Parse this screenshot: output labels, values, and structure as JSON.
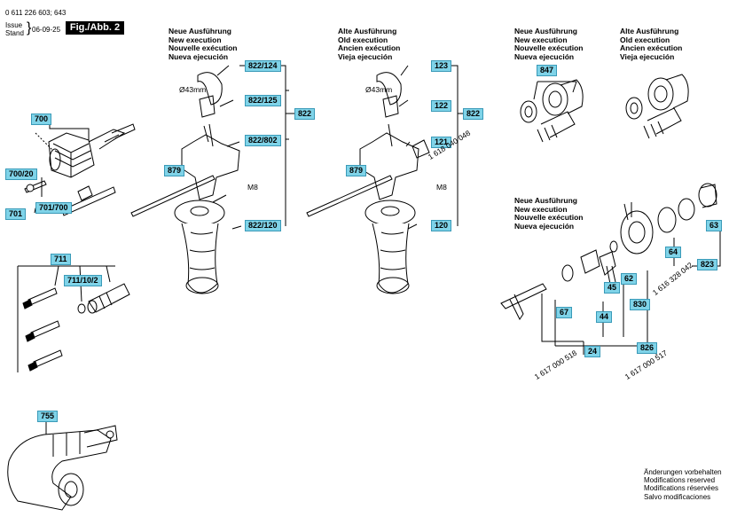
{
  "header": {
    "doc_number": "0 611 226 603; 643",
    "issue_label": "Issue",
    "stand_label": "Stand",
    "date": "06-09-25",
    "figure": "Fig./Abb. 2"
  },
  "exec_new": [
    "Neue Ausführung",
    "New execution",
    "Nouvelle exécution",
    "Nueva ejecución"
  ],
  "exec_old": [
    "Alte Ausführung",
    "Old execution",
    "Ancien exécution",
    "Vieja ejecución"
  ],
  "parts": {
    "p700": "700",
    "p700_20": "700/20",
    "p701": "701",
    "p701_700": "701/700",
    "p711": "711",
    "p711_10_2": "711/10/2",
    "p755": "755",
    "p822_124": "822/124",
    "p822_125": "822/125",
    "p822_802": "822/802",
    "p822_120": "822/120",
    "p822a": "822",
    "p879a": "879",
    "m8a": "M8",
    "d43a": "Ø43mm",
    "p123": "123",
    "p122": "122",
    "p121": "121",
    "p120": "120",
    "p822b": "822",
    "p879b": "879",
    "m8b": "M8",
    "d43b": "Ø43mm",
    "code_1618": "1 618 040 048",
    "p847": "847",
    "p63": "63",
    "p64": "64",
    "p62": "62",
    "p45": "45",
    "p67": "67",
    "p44": "44",
    "p830": "830",
    "p823": "823",
    "p24": "24",
    "p826": "826",
    "code_1616": "1 616 328 042",
    "code_1617a": "1 617 000 518",
    "code_1617b": "1 617 000 517"
  },
  "footer_note": [
    "Änderungen vorbehalten",
    "Modifications reserved",
    "Modifications réservées",
    "Salvo modificaciones"
  ]
}
